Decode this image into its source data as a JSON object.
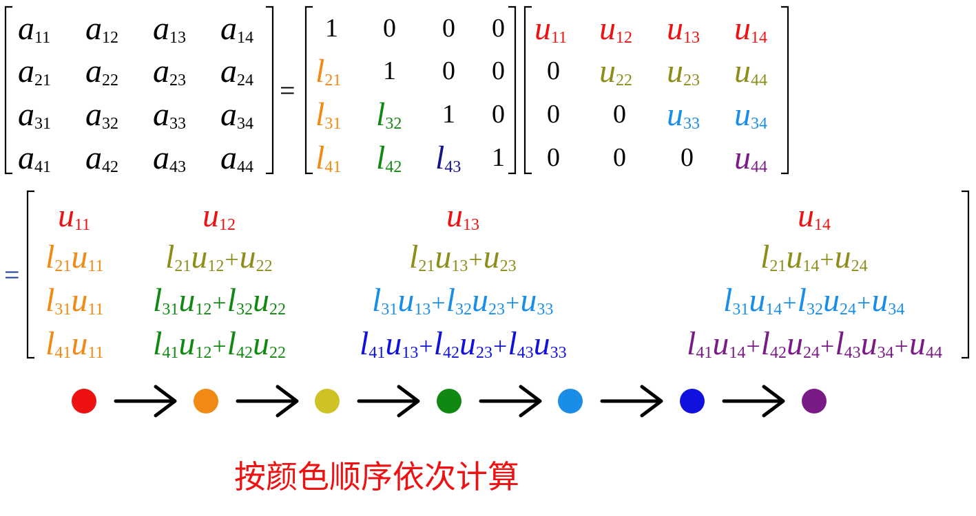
{
  "colors": {
    "black": "#000000",
    "red": "#ee1111",
    "orange": "#f08a14",
    "olive": "#8d8d1a",
    "green": "#118811",
    "skyblue": "#1a8ee6",
    "blue": "#1111dd",
    "navy": "#14148c",
    "purple": "#7a1a86",
    "eqblue": "#1a3ea0"
  },
  "matrix_a": [
    [
      "a",
      "11"
    ],
    [
      "a",
      "12"
    ],
    [
      "a",
      "13"
    ],
    [
      "a",
      "14"
    ],
    [
      "a",
      "21"
    ],
    [
      "a",
      "22"
    ],
    [
      "a",
      "23"
    ],
    [
      "a",
      "24"
    ],
    [
      "a",
      "31"
    ],
    [
      "a",
      "32"
    ],
    [
      "a",
      "33"
    ],
    [
      "a",
      "34"
    ],
    [
      "a",
      "41"
    ],
    [
      "a",
      "42"
    ],
    [
      "a",
      "43"
    ],
    [
      "a",
      "44"
    ]
  ],
  "equals": "=",
  "matrix_l": [
    [
      "1",
      ""
    ],
    [
      "0",
      ""
    ],
    [
      "0",
      ""
    ],
    [
      "0",
      ""
    ],
    [
      "l",
      "21"
    ],
    [
      "1",
      ""
    ],
    [
      "0",
      ""
    ],
    [
      "0",
      ""
    ],
    [
      "l",
      "31"
    ],
    [
      "l",
      "32"
    ],
    [
      "1",
      ""
    ],
    [
      "0",
      ""
    ],
    [
      "l",
      "41"
    ],
    [
      "l",
      "42"
    ],
    [
      "l",
      "43"
    ],
    [
      "1",
      ""
    ]
  ],
  "matrix_u": [
    [
      "u",
      "11"
    ],
    [
      "u",
      "12"
    ],
    [
      "u",
      "13"
    ],
    [
      "u",
      "14"
    ],
    [
      "0",
      ""
    ],
    [
      "u",
      "22"
    ],
    [
      "u",
      "23"
    ],
    [
      "u",
      "44"
    ],
    [
      "0",
      ""
    ],
    [
      "0",
      ""
    ],
    [
      "u",
      "33"
    ],
    [
      "u",
      "34"
    ],
    [
      "0",
      ""
    ],
    [
      "0",
      ""
    ],
    [
      "0",
      ""
    ],
    [
      "u",
      "44"
    ]
  ],
  "product_rows": [
    [
      [
        [
          "u",
          "11"
        ]
      ],
      [
        [
          "u",
          "12"
        ]
      ],
      [
        [
          "u",
          "13"
        ]
      ],
      [
        [
          "u",
          "14"
        ]
      ]
    ],
    [
      [
        [
          "l",
          "21"
        ],
        [
          "u",
          "11"
        ]
      ],
      [
        [
          "l",
          "21"
        ],
        [
          "u",
          "12"
        ],
        [
          "+",
          ""
        ],
        [
          "u",
          "22"
        ]
      ],
      [
        [
          "l",
          "21"
        ],
        [
          "u",
          "13"
        ],
        [
          "+",
          ""
        ],
        [
          "u",
          "23"
        ]
      ],
      [
        [
          "l",
          "21"
        ],
        [
          "u",
          "14"
        ],
        [
          "+",
          ""
        ],
        [
          "u",
          "24"
        ]
      ]
    ],
    [
      [
        [
          "l",
          "31"
        ],
        [
          "u",
          "11"
        ]
      ],
      [
        [
          "l",
          "31"
        ],
        [
          "u",
          "12"
        ],
        [
          "+",
          ""
        ],
        [
          "l",
          "32"
        ],
        [
          "u",
          "22"
        ]
      ],
      [
        [
          "l",
          "31"
        ],
        [
          "u",
          "13"
        ],
        [
          "+",
          ""
        ],
        [
          "l",
          "32"
        ],
        [
          "u",
          "23"
        ],
        [
          "+",
          ""
        ],
        [
          "u",
          "33"
        ]
      ],
      [
        [
          "l",
          "31"
        ],
        [
          "u",
          "14"
        ],
        [
          "+",
          ""
        ],
        [
          "l",
          "32"
        ],
        [
          "u",
          "24"
        ],
        [
          "+",
          ""
        ],
        [
          "u",
          "34"
        ]
      ]
    ],
    [
      [
        [
          "l",
          "41"
        ],
        [
          "u",
          "11"
        ]
      ],
      [
        [
          "l",
          "41"
        ],
        [
          "u",
          "12"
        ],
        [
          "+",
          ""
        ],
        [
          "l",
          "42"
        ],
        [
          "u",
          "22"
        ]
      ],
      [
        [
          "l",
          "41"
        ],
        [
          "u",
          "13"
        ],
        [
          "+",
          ""
        ],
        [
          "l",
          "42"
        ],
        [
          "u",
          "23"
        ],
        [
          "+",
          ""
        ],
        [
          "l",
          "43"
        ],
        [
          "u",
          "33"
        ]
      ],
      [
        [
          "l",
          "41"
        ],
        [
          "u",
          "14"
        ],
        [
          "+",
          ""
        ],
        [
          "l",
          "42"
        ],
        [
          "u",
          "24"
        ],
        [
          "+",
          ""
        ],
        [
          "l",
          "43"
        ],
        [
          "u",
          "34"
        ],
        [
          "+",
          ""
        ],
        [
          "u",
          "44"
        ]
      ]
    ]
  ],
  "order_dots": [
    {
      "name": "red",
      "color": "#ee1111"
    },
    {
      "name": "orange",
      "color": "#f08a14"
    },
    {
      "name": "yellow",
      "color": "#cfc227"
    },
    {
      "name": "green",
      "color": "#118811"
    },
    {
      "name": "sky-blue",
      "color": "#1a8ee6"
    },
    {
      "name": "blue",
      "color": "#1111dd"
    },
    {
      "name": "purple",
      "color": "#7a1a86"
    }
  ],
  "arrow_icon": "right-arrow-icon",
  "caption": "按颜色顺序依次计算",
  "caption_color": "#ee1111"
}
